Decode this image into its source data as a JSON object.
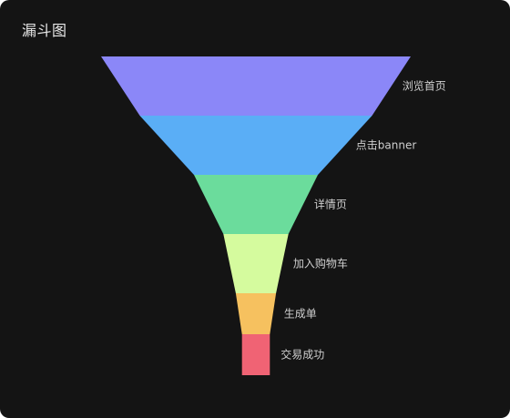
{
  "title": "漏斗图",
  "chart_data": {
    "type": "funnel",
    "title": "漏斗图",
    "stages": [
      {
        "label": "浏览首页",
        "value": 100,
        "color": "#8b87f8"
      },
      {
        "label": "点击banner",
        "value": 75,
        "color": "#5aaef6"
      },
      {
        "label": "详情页",
        "value": 40,
        "color": "#6bdc9c"
      },
      {
        "label": "加入购物车",
        "value": 21,
        "color": "#d5fb9e"
      },
      {
        "label": "生成单",
        "value": 13,
        "color": "#f6c15f"
      },
      {
        "label": "交易成功",
        "value": 9,
        "color": "#f06374"
      }
    ]
  }
}
